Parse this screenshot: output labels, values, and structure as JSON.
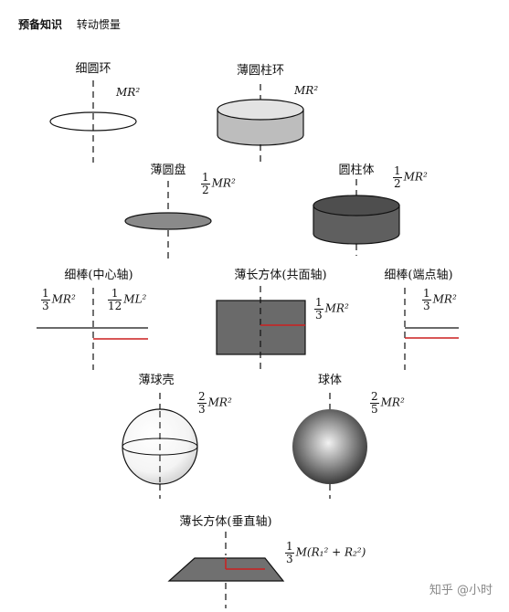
{
  "header": {
    "breadcrumb_1": "预备知识",
    "breadcrumb_2": "转动惯量"
  },
  "items": {
    "ring": {
      "label": "细圆环",
      "formula": "MR²"
    },
    "cylinder_shell": {
      "label": "薄圆柱环",
      "formula": "MR²"
    },
    "disk": {
      "label": "薄圆盘",
      "num": "1",
      "den": "2",
      "formula": "MR²"
    },
    "cylinder": {
      "label": "圆柱体",
      "num": "1",
      "den": "2",
      "formula": "MR²"
    },
    "rod_center": {
      "label": "细棒(中心轴)",
      "num": "1",
      "den": "3",
      "formula": "MR²",
      "num2": "1",
      "den2": "12",
      "formula2": "ML²"
    },
    "plate_face": {
      "label": "薄长方体(共面轴)",
      "num": "1",
      "den": "3",
      "formula": "MR²"
    },
    "rod_end": {
      "label": "细棒(端点轴)",
      "num": "1",
      "den": "3",
      "formula": "MR²"
    },
    "shell": {
      "label": "薄球壳",
      "num": "2",
      "den": "3",
      "formula": "MR²"
    },
    "sphere": {
      "label": "球体",
      "num": "2",
      "den": "5",
      "formula": "MR²"
    },
    "plate_perp": {
      "label": "薄长方体(垂直轴)",
      "num": "1",
      "den": "3",
      "formula": "M(R₁² + R₂²)"
    }
  },
  "watermark": "知乎 @小时",
  "colors": {
    "gray_dark": "#5f5f5f",
    "gray_mid": "#8a8a8a",
    "gray_light": "#d6d6d6",
    "red": "#cc1f1f"
  }
}
